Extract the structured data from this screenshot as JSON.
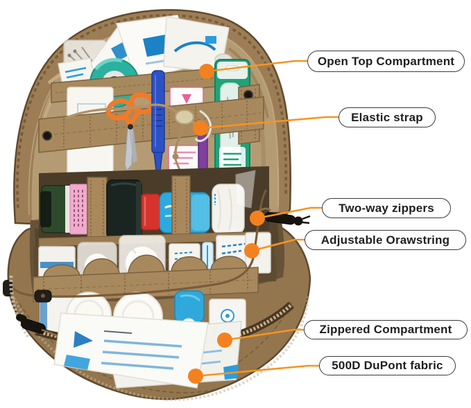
{
  "image": {
    "description": "Opened tan tactical first-aid pouch filled with medical supplies, annotated with product feature callouts",
    "background": "#FFFFFF"
  },
  "callouts": [
    {
      "id": "open-top-compartment",
      "label": "Open Top Compartment"
    },
    {
      "id": "elastic-strap",
      "label": "Elastic strap"
    },
    {
      "id": "two-way-zippers",
      "label": "Two-way zippers"
    },
    {
      "id": "adjustable-drawstring",
      "label": "Adjustable Orawstring"
    },
    {
      "id": "zippered-compartment",
      "label": "Zippered Compartment"
    },
    {
      "id": "dupont-fabric",
      "label": "500D DuPont fabric"
    }
  ],
  "style": {
    "accent_orange_line": "#F79421",
    "accent_orange_marker": "#F48120",
    "label_background": "#FFFFFF",
    "label_border": "#3A3A3A",
    "label_text": "#1F1F1F",
    "pouch_tan": "#9C7D55",
    "pouch_dark_edge": "#5F4A2E",
    "pouch_lining": "#B59B73",
    "interior_shadow": "#5E4B32"
  }
}
